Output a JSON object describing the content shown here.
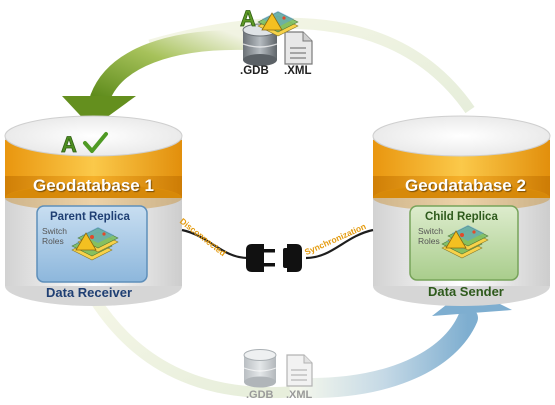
{
  "diagram": {
    "geodatabase_1": {
      "title": "Geodatabase 1",
      "role": "Data Receiver",
      "replica": "Parent Replica",
      "switch_roles": [
        "Switch",
        "Roles"
      ]
    },
    "geodatabase_2": {
      "title": "Geodatabase 2",
      "role": "Data Sender",
      "replica": "Child Replica",
      "switch_roles": [
        "Switch",
        "Roles"
      ]
    },
    "connection": {
      "left_label": "Disconnected",
      "right_label": "Synchronization"
    },
    "top_files": [
      ".GDB",
      ".XML"
    ],
    "bottom_files": [
      ".GDB",
      ".XML"
    ],
    "colors": {
      "cylinder_gold": "#f3a81f",
      "cylinder_band": "#e09512",
      "green_arrow": "#6e9a26",
      "blue_arrow": "#8fb8d6",
      "parent_replica_panel": "#9cc3e3",
      "child_replica_panel": "#b9d79c",
      "check_mark": "#4f9a24",
      "wire_label": "#e49b0f"
    },
    "icons": [
      "database-icon",
      "document-icon",
      "check-icon",
      "map-layers-icon",
      "plug-icon",
      "socket-icon",
      "letter-a-icon"
    ]
  }
}
